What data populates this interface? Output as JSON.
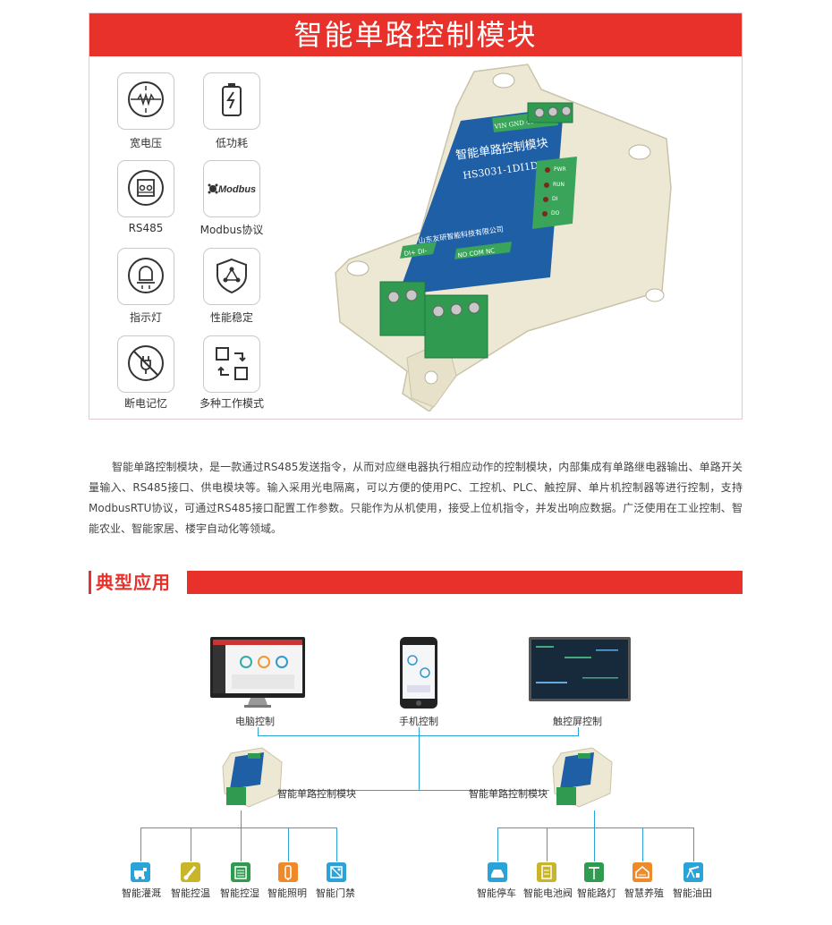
{
  "title": "智能单路控制模块",
  "features": [
    {
      "label": "宽电压",
      "icon": "wide-voltage-icon"
    },
    {
      "label": "低功耗",
      "icon": "low-power-battery-icon"
    },
    {
      "label": "RS485",
      "icon": "rs485-connector-icon"
    },
    {
      "label": "Modbus协议",
      "icon": "modbus-logo-icon",
      "logo_text": "Modbus"
    },
    {
      "label": "指示灯",
      "icon": "indicator-light-icon"
    },
    {
      "label": "性能稳定",
      "icon": "stable-shield-icon"
    },
    {
      "label": "断电记忆",
      "icon": "power-off-memory-icon"
    },
    {
      "label": "多种工作模式",
      "icon": "multi-mode-icon"
    }
  ],
  "device": {
    "name": "智能单路控制模块",
    "model": "HS3031-1DI1DO",
    "company": "山东友研智能科技有限公司",
    "top_terminal_label": "VIN GND 485A 485B",
    "bottom_left_label": "DI+ DI-",
    "bottom_right_label": "NO COM NC",
    "leds": [
      "PWR",
      "RUN",
      "DI",
      "DO"
    ]
  },
  "description": "智能单路控制模块，是一款通过RS485发送指令，从而对应继电器执行相应动作的控制模块，内部集成有单路继电器输出、单路开关量输入、RS485接口、供电模块等。输入采用光电隔离，可以方便的使用PC、工控机、PLC、触控屏、单片机控制器等进行控制，支持ModbusRTU协议，可通过RS485接口配置工作参数。只能作为从机使用，接受上位机指令，并发出响应数据。广泛使用在工业控制、智能农业、智能家居、楼宇自动化等领域。",
  "section_title": "典型应用",
  "controls": [
    {
      "label": "电脑控制"
    },
    {
      "label": "手机控制"
    },
    {
      "label": "触控屏控制"
    }
  ],
  "modules": [
    {
      "label": "智能单路控制模块"
    },
    {
      "label": "智能单路控制模块"
    }
  ],
  "apps_left": [
    {
      "label": "智能灌溉",
      "icon": "irrigation-icon"
    },
    {
      "label": "智能控温",
      "icon": "thermometer-icon"
    },
    {
      "label": "智能控湿",
      "icon": "humidity-icon"
    },
    {
      "label": "智能照明",
      "icon": "lamp-icon"
    },
    {
      "label": "智能门禁",
      "icon": "access-control-icon"
    }
  ],
  "apps_right": [
    {
      "label": "智能停车",
      "icon": "parking-icon"
    },
    {
      "label": "智能电池阀",
      "icon": "battery-valve-icon"
    },
    {
      "label": "智能路灯",
      "icon": "street-light-icon"
    },
    {
      "label": "智慧养殖",
      "icon": "farming-icon"
    },
    {
      "label": "智能油田",
      "icon": "oil-field-icon"
    }
  ],
  "colors": {
    "accent": "#e8312a",
    "line": "#2aa3d8",
    "device_blue": "#1f5fa6",
    "terminal_green": "#3aa55a"
  }
}
